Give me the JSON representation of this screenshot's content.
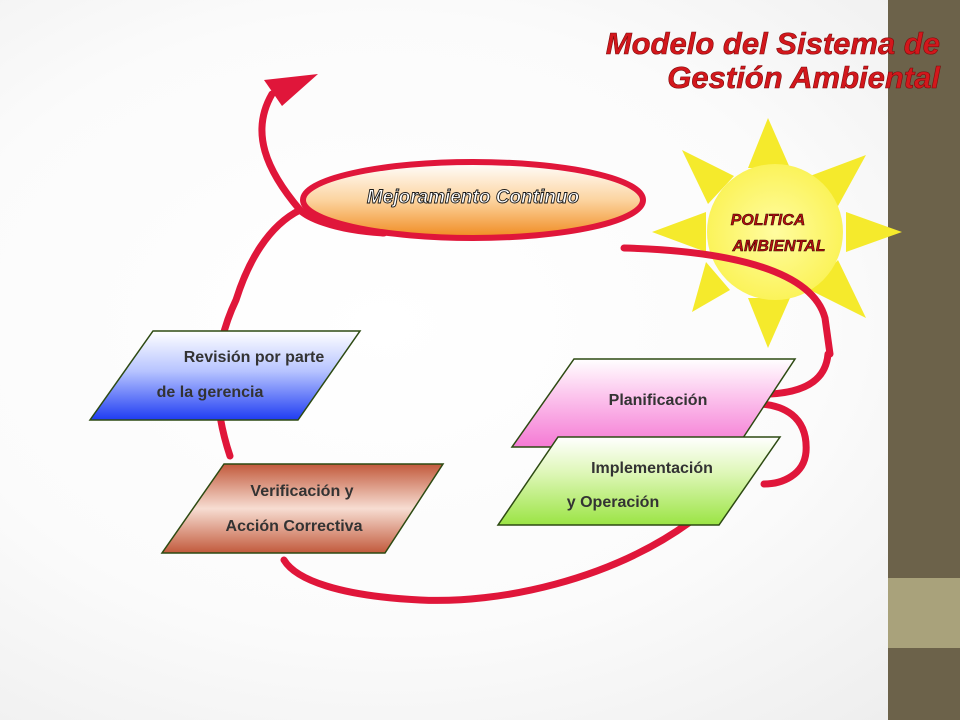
{
  "slide": {
    "title_line1": "Modelo del Sistema de",
    "title_line2": "Gestión Ambiental"
  },
  "diagram": {
    "improvement": "Mejoramiento Continuo",
    "policy_line1": "POLITICA",
    "policy_line2": "AMBIENTAL",
    "review_line1": "Revisión por parte",
    "review_line2": "de la gerencia",
    "planning": "Planificación",
    "implementation_line1": "Implementación",
    "implementation_line2": "y Operación",
    "verification_line1": "Verificación y",
    "verification_line2": "Acción Correctiva"
  },
  "colors": {
    "title_red": "#d3171c",
    "cycle_red": "#e0163a",
    "sun_yellow": "#fbf35a",
    "sun_ray": "#f5ea2c",
    "review_blue": "#1f3cf2",
    "planning_pink": "#f57ad4",
    "implementation_green": "#9be444",
    "verification_brown": "#c25a3c",
    "band_dark": "#6c624a",
    "band_light": "#a9a27b"
  }
}
